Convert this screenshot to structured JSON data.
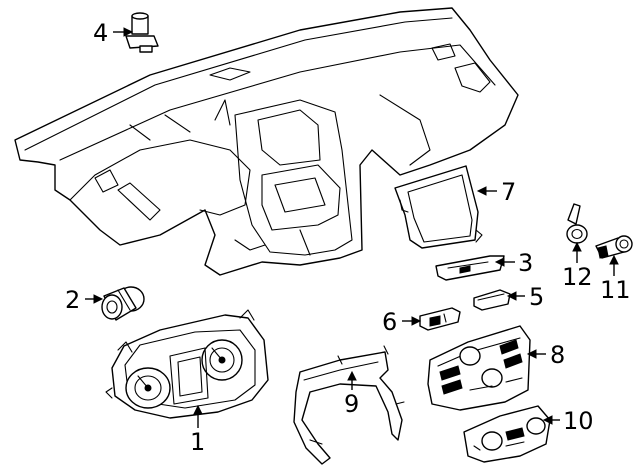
{
  "callouts": [
    {
      "id": "c1",
      "text": "1"
    },
    {
      "id": "c2",
      "text": "2"
    },
    {
      "id": "c3",
      "text": "3"
    },
    {
      "id": "c4",
      "text": "4"
    },
    {
      "id": "c5",
      "text": "5"
    },
    {
      "id": "c6",
      "text": "6"
    },
    {
      "id": "c7",
      "text": "7"
    },
    {
      "id": "c8",
      "text": "8"
    },
    {
      "id": "c9",
      "text": "9"
    },
    {
      "id": "c10",
      "text": "10"
    },
    {
      "id": "c11",
      "text": "11"
    },
    {
      "id": "c12",
      "text": "12"
    }
  ],
  "colors": {
    "line": "#000000",
    "background": "#ffffff"
  }
}
